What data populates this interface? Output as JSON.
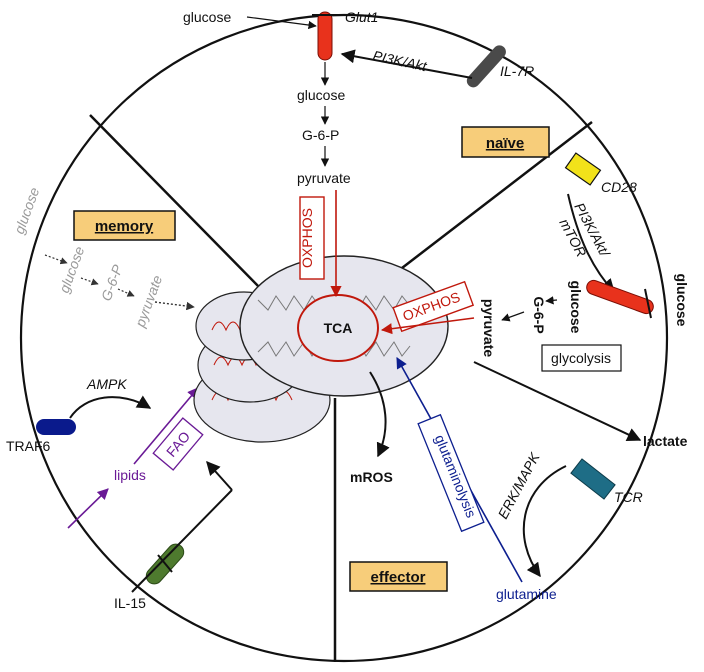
{
  "labels": {
    "glucose_top": "glucose",
    "glut1": "Glut1",
    "pi3k_akt_top": "PI3K/Akt",
    "il7r": "IL-7R",
    "glucose_inner": "glucose",
    "g6p_top": "G-6-P",
    "pyruvate_top": "pyruvate",
    "naive": "naïve",
    "cd28": "CD28",
    "pi3k_akt_mtor": [
      "PI3K/Akt/",
      "mTOR"
    ],
    "glucose_right_outside": "glucose",
    "glucose_right_inside": "glucose",
    "g6p_right": "G-6-P",
    "pyruvate_right": "pyruvate",
    "glycolysis": "glycolysis",
    "oxphos_top": "OXPHOS",
    "oxphos_right": "OXPHOS",
    "tca": "TCA",
    "memory": "memory",
    "glucose_mem_outside": "glucose",
    "glucose_mem_inside": "glucose",
    "g6p_mem": "G-6-P",
    "pyruvate_mem": "pyruvate",
    "ampk": "AMPK",
    "traf6": "TRAF6",
    "fao": "FAO",
    "lipids": "lipids",
    "il15": "IL-15",
    "mros": "mROS",
    "glutaminolysis": "glutaminolysis",
    "glutamine": "glutamine",
    "lactate": "lactate",
    "erk_mapk": "ERK/MAPK",
    "tcr": "TCR",
    "effector": "effector"
  },
  "colors": {
    "oxphos": "#c0180c",
    "transporter": "#e8321c",
    "receptor_dark": "#4a4a4a",
    "cd28": "#f2e21a",
    "traf6": "#0a1a8c",
    "il15": "#4e7a2e",
    "tcr": "#1e6d86",
    "lipid_purple": "#6a1a96",
    "glutamine_blue": "#0d1f8f",
    "memory_grey": "#9a9a9a",
    "box_fill": "#f7cd7a",
    "mito_fill": "#e6e6ee"
  }
}
